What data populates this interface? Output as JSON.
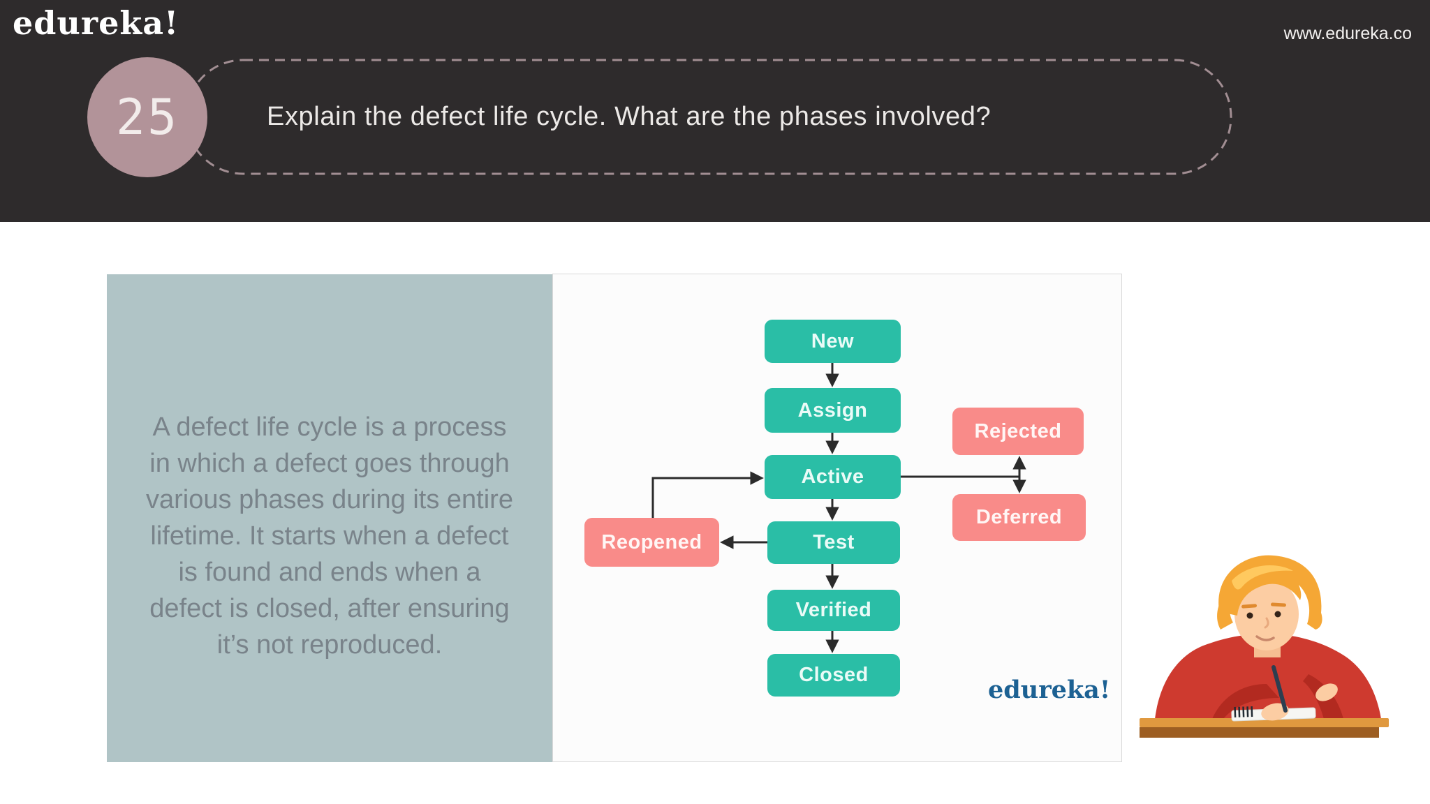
{
  "header": {
    "logo": "edureka!",
    "website": "www.edureka.co",
    "question_number": "25",
    "question": "Explain the defect life cycle. What are the phases involved?",
    "background_color": "#2E2B2C",
    "accent_color": "#B29399"
  },
  "description_panel": {
    "text": "A defect life cycle is a process in which a defect goes through various phases during its entire lifetime. It starts when a defect is found and ends when a defect is closed, after ensuring it’s not reproduced.",
    "background_color": "#B0C4C6",
    "text_color": "#79838A"
  },
  "flowchart": {
    "watermark": "edureka!",
    "node_colors": {
      "state": "#2ABEA6",
      "exception": "#F98B89"
    },
    "nodes": [
      {
        "label": "New",
        "type": "state"
      },
      {
        "label": "Assign",
        "type": "state"
      },
      {
        "label": "Active",
        "type": "state"
      },
      {
        "label": "Test",
        "type": "state"
      },
      {
        "label": "Verified",
        "type": "state"
      },
      {
        "label": "Closed",
        "type": "state"
      },
      {
        "label": "Rejected",
        "type": "exception"
      },
      {
        "label": "Deferred",
        "type": "exception"
      },
      {
        "label": "Reopened",
        "type": "exception"
      }
    ],
    "edges": [
      {
        "from": "New",
        "to": "Assign"
      },
      {
        "from": "Assign",
        "to": "Active"
      },
      {
        "from": "Active",
        "to": "Test"
      },
      {
        "from": "Test",
        "to": "Verified"
      },
      {
        "from": "Verified",
        "to": "Closed"
      },
      {
        "from": "Active",
        "to": "Rejected"
      },
      {
        "from": "Active",
        "to": "Deferred"
      },
      {
        "from": "Test",
        "to": "Reopened"
      },
      {
        "from": "Reopened",
        "to": "Active"
      }
    ]
  },
  "illustration": {
    "name": "student-writing-at-desk"
  }
}
